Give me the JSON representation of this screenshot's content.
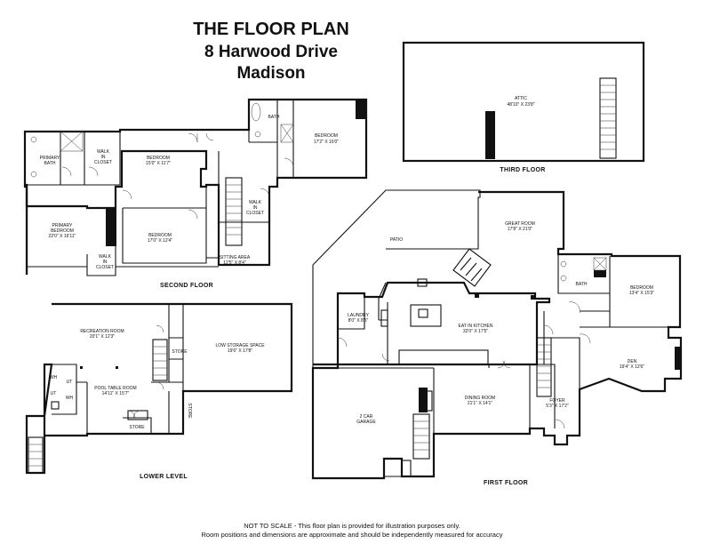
{
  "header": {
    "title": "THE FLOOR PLAN",
    "address": "8 Harwood Drive",
    "city": "Madison"
  },
  "sections": {
    "third": "THIRD FLOOR",
    "second": "SECOND FLOOR",
    "first": "FIRST FLOOR",
    "lower": "LOWER LEVEL"
  },
  "rooms": {
    "attic": {
      "name": "ATTIC",
      "dim": "48'10\" X 23'8\""
    },
    "bath_upper": {
      "name": "BATH"
    },
    "bedroom_ne": {
      "name": "BEDROOM",
      "dim": "17'2\" X 16'0\""
    },
    "primary_bath": {
      "name": "PRIMARY",
      "name2": "BATH"
    },
    "walk_in_closet_1": {
      "name": "WALK",
      "name2": "IN",
      "name3": "CLOSET"
    },
    "bedroom_n": {
      "name": "BEDROOM",
      "dim": "15'0\" X 11'7\""
    },
    "primary_bedroom": {
      "name": "PRIMARY",
      "name2": "BEDROOM",
      "dim": "22'0\" X 16'11\""
    },
    "bedroom_s": {
      "name": "BEDROOM",
      "dim": "17'0\" X 12'4\""
    },
    "walk_in_closet_2": {
      "name": "WALK",
      "name2": "IN",
      "name3": "CLOSET"
    },
    "walk_in_closet_3": {
      "name": "WALK",
      "name2": "IN",
      "name3": "CLOSET"
    },
    "sitting_area": {
      "name": "SITTING AREA",
      "dim": "12'5\" X 8'4\""
    },
    "patio": {
      "name": "PATIO"
    },
    "great_room": {
      "name": "GREAT ROOM",
      "dim": "17'8\" X 21'0\""
    },
    "bath_first": {
      "name": "BATH"
    },
    "bedroom_first": {
      "name": "BEDROOM",
      "dim": "13'4\" X 15'3\""
    },
    "laundry": {
      "name": "LAUNDRY",
      "dim": "8'0\" X 8'5\""
    },
    "eat_in_kitchen": {
      "name": "EAT IN KITCHEN",
      "dim": "32'0\" X 17'5\""
    },
    "den": {
      "name": "DEN",
      "dim": "19'4\" X 12'6\""
    },
    "garage": {
      "name": "2 CAR",
      "name2": "GARAGE"
    },
    "dining_room": {
      "name": "DINING ROOM",
      "dim": "21'1\" X 14'1\""
    },
    "foyer": {
      "name": "FOYER",
      "dim": "5'3\" X 17'2\""
    },
    "recreation_room": {
      "name": "RECREATION ROOM",
      "dim": "20'1\" X 12'3\""
    },
    "store_1": {
      "name": "STORE"
    },
    "low_storage": {
      "name": "LOW STORAGE SPACE",
      "dim": "19'6\" X 17'8\""
    },
    "pool_table_room": {
      "name": "POOL TABLE ROOM",
      "dim": "14'11\" X 15'7\""
    },
    "store_2": {
      "name": "STORE"
    },
    "store_3": {
      "name": "STORE"
    },
    "wh_1": {
      "name": "WH"
    },
    "ut_1": {
      "name": "UT"
    },
    "ut_2": {
      "name": "UT"
    },
    "wh_2": {
      "name": "WH"
    }
  },
  "footer": {
    "line1": "NOT TO SCALE - This floor plan is provided for illustration purposes only.",
    "line2": "Room positions and dimensions are approximate and should be independently measured for accuracy"
  }
}
